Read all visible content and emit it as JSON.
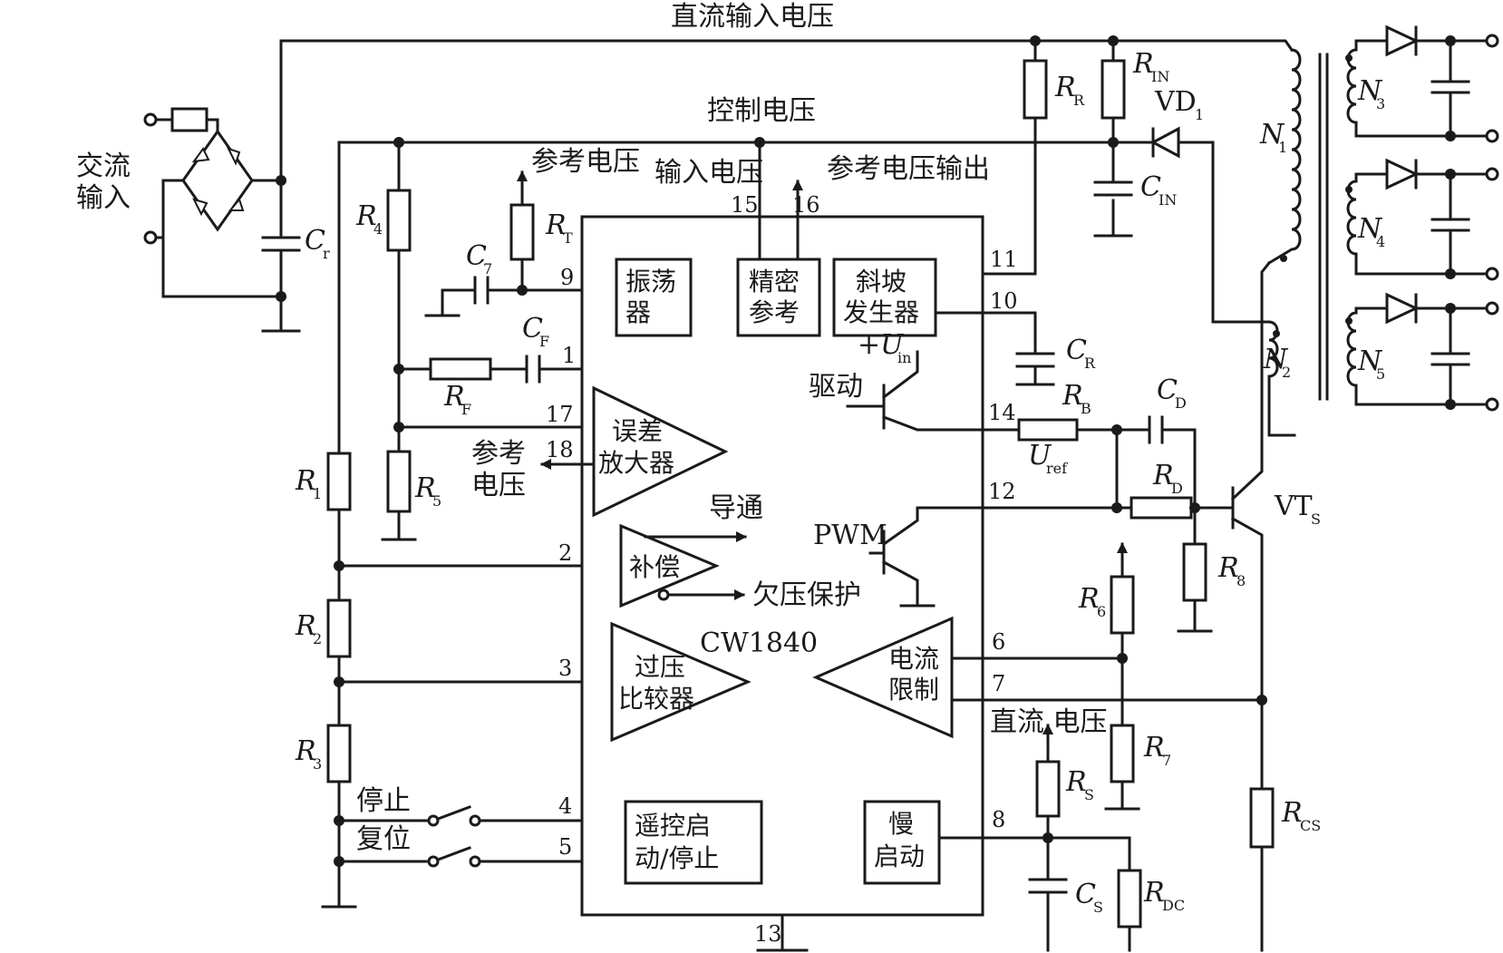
{
  "labels": {
    "dc_input_voltage": "直流输入电压",
    "control_voltage": "控制电压",
    "ac_input_1": "交流",
    "ac_input_2": "输入",
    "ref_voltage_top": "参考电压",
    "input_voltage": "输入电压",
    "ref_voltage_output": "参考电压输出",
    "drive": "驱动",
    "ref_voltage_ea_1": "参考",
    "ref_voltage_ea_2": "电压",
    "turn_on": "导通",
    "undervoltage_protect": "欠压保护",
    "dc_voltage": "直流 电压",
    "stop": "停止",
    "reset": "复位",
    "pwm": "PWM",
    "chip_name": "CW1840",
    "uin": "+U",
    "uin_sub": "in",
    "uref": "U",
    "uref_sub": "ref"
  },
  "blocks": {
    "oscillator_1": "振荡",
    "oscillator_2": "器",
    "precision_ref_1": "精密",
    "precision_ref_2": "参考",
    "ramp_gen_1": "斜坡",
    "ramp_gen_2": "发生器",
    "error_amp_1": "误差",
    "error_amp_2": "放大器",
    "compensation": "补偿",
    "ov_comp_1": "过压",
    "ov_comp_2": "比较器",
    "current_limit_1": "电流",
    "current_limit_2": "限制",
    "remote_1": "遥控启",
    "remote_2": "动/停止",
    "soft_start_1": "慢",
    "soft_start_2": "启动"
  },
  "components": {
    "Cr": {
      "main": "C",
      "sub": "r"
    },
    "R4": {
      "main": "R",
      "sub": "4"
    },
    "R1t": {
      "main": "R",
      "sub": "T"
    },
    "C7": {
      "main": "C",
      "sub": "7"
    },
    "CF": {
      "main": "C",
      "sub": "F"
    },
    "RF": {
      "main": "R",
      "sub": "F"
    },
    "R5": {
      "main": "R",
      "sub": "5"
    },
    "R1": {
      "main": "R",
      "sub": "1"
    },
    "R2": {
      "main": "R",
      "sub": "2"
    },
    "R3": {
      "main": "R",
      "sub": "3"
    },
    "RR": {
      "main": "R",
      "sub": "R"
    },
    "RIN": {
      "main": "R",
      "sub": "IN"
    },
    "VD1": {
      "main": "VD",
      "sub": "1"
    },
    "CIN": {
      "main": "C",
      "sub": "IN"
    },
    "CR": {
      "main": "C",
      "sub": "R"
    },
    "RB": {
      "main": "R",
      "sub": "B"
    },
    "CD": {
      "main": "C",
      "sub": "D"
    },
    "RD": {
      "main": "R",
      "sub": "D"
    },
    "R8": {
      "main": "R",
      "sub": "8"
    },
    "R6": {
      "main": "R",
      "sub": "6"
    },
    "R7": {
      "main": "R",
      "sub": "7"
    },
    "RS": {
      "main": "R",
      "sub": "S"
    },
    "CS": {
      "main": "C",
      "sub": "S"
    },
    "RDC": {
      "main": "R",
      "sub": "DC"
    },
    "RCS": {
      "main": "R",
      "sub": "CS"
    },
    "VTS": {
      "main": "VT",
      "sub": "S"
    },
    "N1": {
      "main": "N",
      "sub": "1"
    },
    "N2": {
      "main": "N",
      "sub": "2"
    },
    "N3": {
      "main": "N",
      "sub": "3"
    },
    "N4": {
      "main": "N",
      "sub": "4"
    },
    "N5": {
      "main": "N",
      "sub": "5"
    }
  },
  "pins": {
    "p1": "1",
    "p2": "2",
    "p3": "3",
    "p4": "4",
    "p5": "5",
    "p6": "6",
    "p7": "7",
    "p8": "8",
    "p9": "9",
    "p10": "10",
    "p11": "11",
    "p12": "12",
    "p13": "13",
    "p14": "14",
    "p15": "15",
    "p16": "16",
    "p17": "17",
    "p18": "18"
  }
}
